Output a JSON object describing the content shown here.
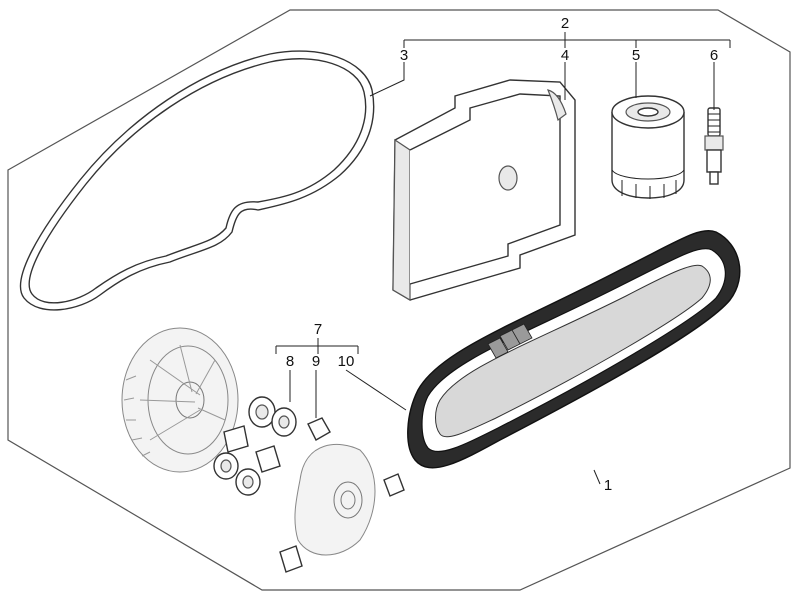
{
  "callouts": {
    "c1": "1",
    "c2": "2",
    "c3": "3",
    "c4": "4",
    "c5": "5",
    "c6": "6",
    "c7": "7",
    "c8": "8",
    "c9": "9",
    "c10": "10"
  },
  "colors": {
    "outline": "#333333",
    "belt": "#2b2b2b",
    "faint": "#888888"
  }
}
